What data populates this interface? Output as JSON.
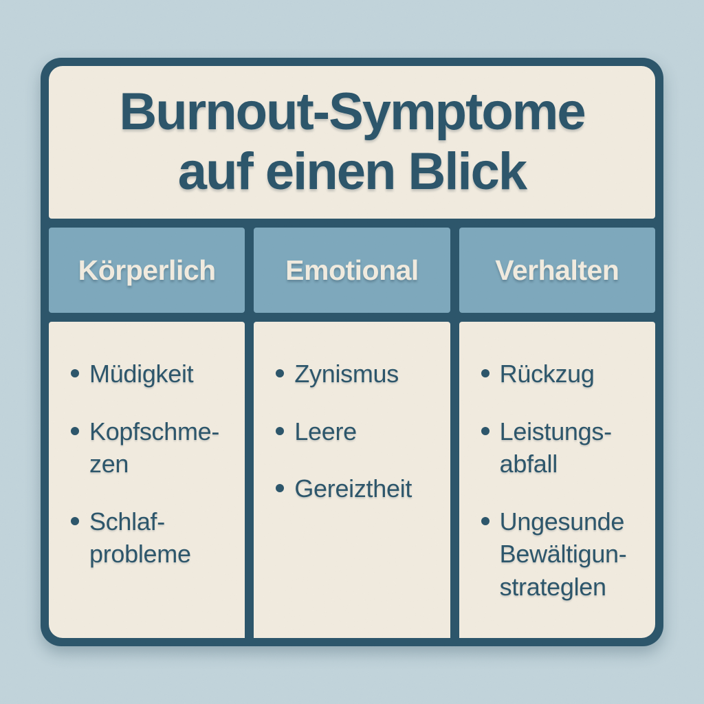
{
  "colors": {
    "bg": "#c2d4db",
    "dark": "#2d566b",
    "cream": "#f1ebdf",
    "header-blue": "#7ea9bd"
  },
  "title": "Burnout-Symptome\nauf einen Blick",
  "columns": [
    {
      "header": "Körperlich",
      "items": [
        "Müdigkeit",
        "Kopfschme-\nzen",
        "Schlaf-\nprobleme"
      ]
    },
    {
      "header": "Emotional",
      "items": [
        "Zynismus",
        "Leere",
        "Gereiztheit"
      ]
    },
    {
      "header": "Verhalten",
      "items": [
        "Rückzug",
        "Leistungs-\nabfall",
        "Ungesunde\nBewältigun-\nstrateglen"
      ]
    }
  ]
}
